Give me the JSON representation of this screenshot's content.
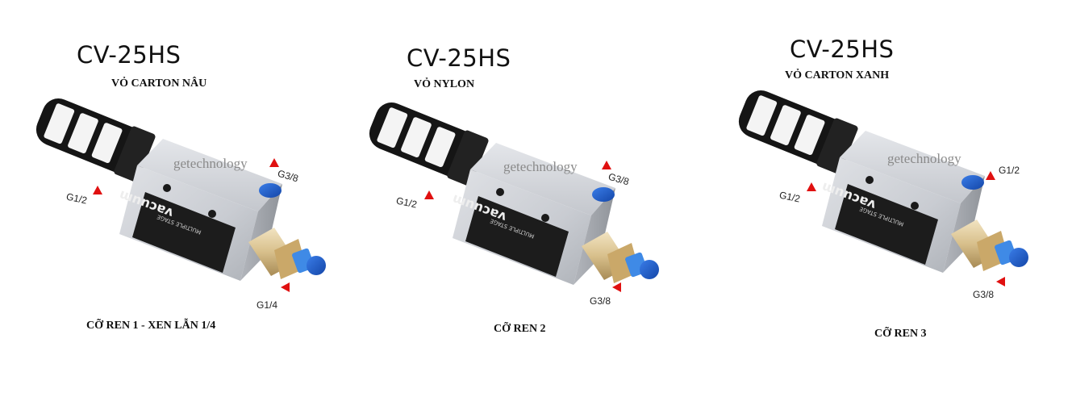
{
  "brand_color": "#e01010",
  "watermark": "getechnology",
  "products": [
    {
      "model": "CV-25HS",
      "housing": "VỎ CARTON NÂU",
      "thread": "CỠ REN 1  - XEN LẪN 1/4",
      "ports": {
        "side": "G1/2",
        "top": "G3/8",
        "bottom": "G1/4"
      },
      "filter_material": "carton-brown"
    },
    {
      "model": "CV-25HS",
      "housing": "VỎ NYLON",
      "thread": "CỠ REN 2",
      "ports": {
        "side": "G1/2",
        "top": "G3/8",
        "bottom": "G3/8"
      },
      "filter_material": "nylon"
    },
    {
      "model": "CV-25HS",
      "housing": "VỎ CARTON XANH",
      "thread": "CỠ REN 3",
      "ports": {
        "side": "G1/2",
        "top": "G1/2",
        "bottom": "G3/8"
      },
      "filter_material": "carton-blue"
    }
  ],
  "body_label": {
    "line1": "vacuum",
    "line2": "MULTIPLE STAGE"
  }
}
